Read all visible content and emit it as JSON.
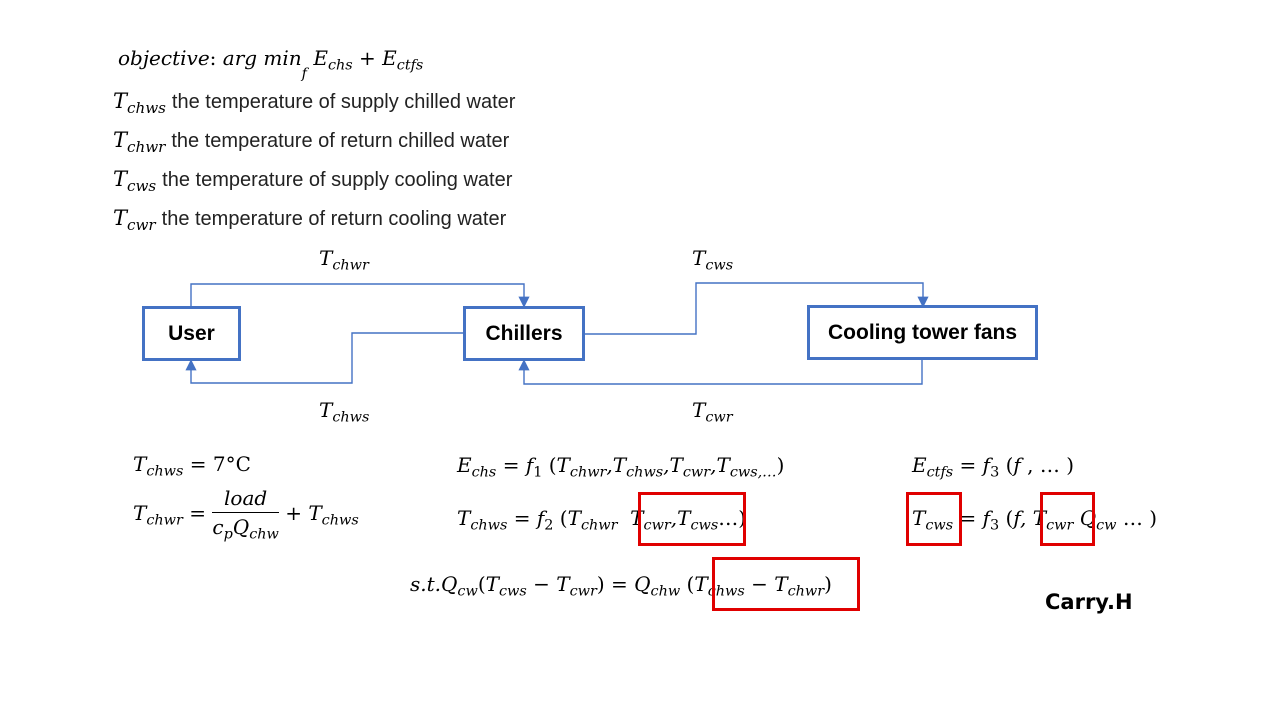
{
  "objective": {
    "lead": "objective",
    "argmin": "arg min",
    "argmin_sub": "f",
    "e1": "E",
    "e1_sub": "chs",
    "e2": "E",
    "e2_sub": "ctfs"
  },
  "legend": [
    {
      "sym": "T",
      "sub": "chws",
      "text": "the temperature of supply chilled water"
    },
    {
      "sym": "T",
      "sub": "chwr",
      "text": "the temperature of return chilled water"
    },
    {
      "sym": "T",
      "sub": "cws",
      "text": "the temperature of supply cooling water"
    },
    {
      "sym": "T",
      "sub": "cwr",
      "text": "the temperature of return cooling water"
    }
  ],
  "diagram": {
    "nodes": {
      "user": "User",
      "chillers": "Chillers",
      "tower": "Cooling tower fans"
    },
    "flows": {
      "chwr": {
        "sym": "T",
        "sub": "chwr"
      },
      "chws": {
        "sym": "T",
        "sub": "chws"
      },
      "cws": {
        "sym": "T",
        "sub": "cws"
      },
      "cwr": {
        "sym": "T",
        "sub": "cwr"
      }
    },
    "line_color": "#4472c4",
    "highlight_color": "#e00000"
  },
  "equations": {
    "chws_value": "7°C",
    "load": "load",
    "cp": "c",
    "cp_sub": "p",
    "chw": "Q",
    "chw_sub": "chw",
    "f1": "f",
    "f1_sub": "1",
    "f2": "f",
    "f2_sub": "2",
    "f3": "f",
    "f3_sub": "3",
    "q_cw": "Q",
    "q_cw_sub": "cw",
    "st": "s.t."
  },
  "author": "Carry.H"
}
